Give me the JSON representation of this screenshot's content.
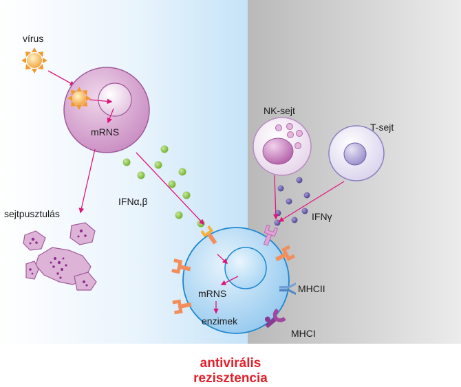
{
  "labels": {
    "virus": "vírus",
    "mrns_top": "mRNS",
    "cell_death": "sejtpusztulás",
    "ifn_ab": "IFNα,β",
    "nk_cell": "NK-sejt",
    "t_cell": "T-sejt",
    "ifn_g": "IFNγ",
    "mrns_bottom": "mRNS",
    "enzymes": "enzimek",
    "mhc2": "MHCII",
    "mhc1": "MHCI"
  },
  "caption": {
    "line1": "antivirális",
    "line2": "rezisztencia"
  },
  "colors": {
    "arrow": "#e0157a",
    "infected_cell": "#d6a3cf",
    "target_cell": "#9fd0f2",
    "ifn_ab_dot": "#8cc63f",
    "ifn_g_dot": "#6a5fa8",
    "receptor_orange": "#f28e5c",
    "mhc2": "#6e9fd6",
    "mhc1": "#8b3a8f",
    "caption": "#e3202a"
  }
}
